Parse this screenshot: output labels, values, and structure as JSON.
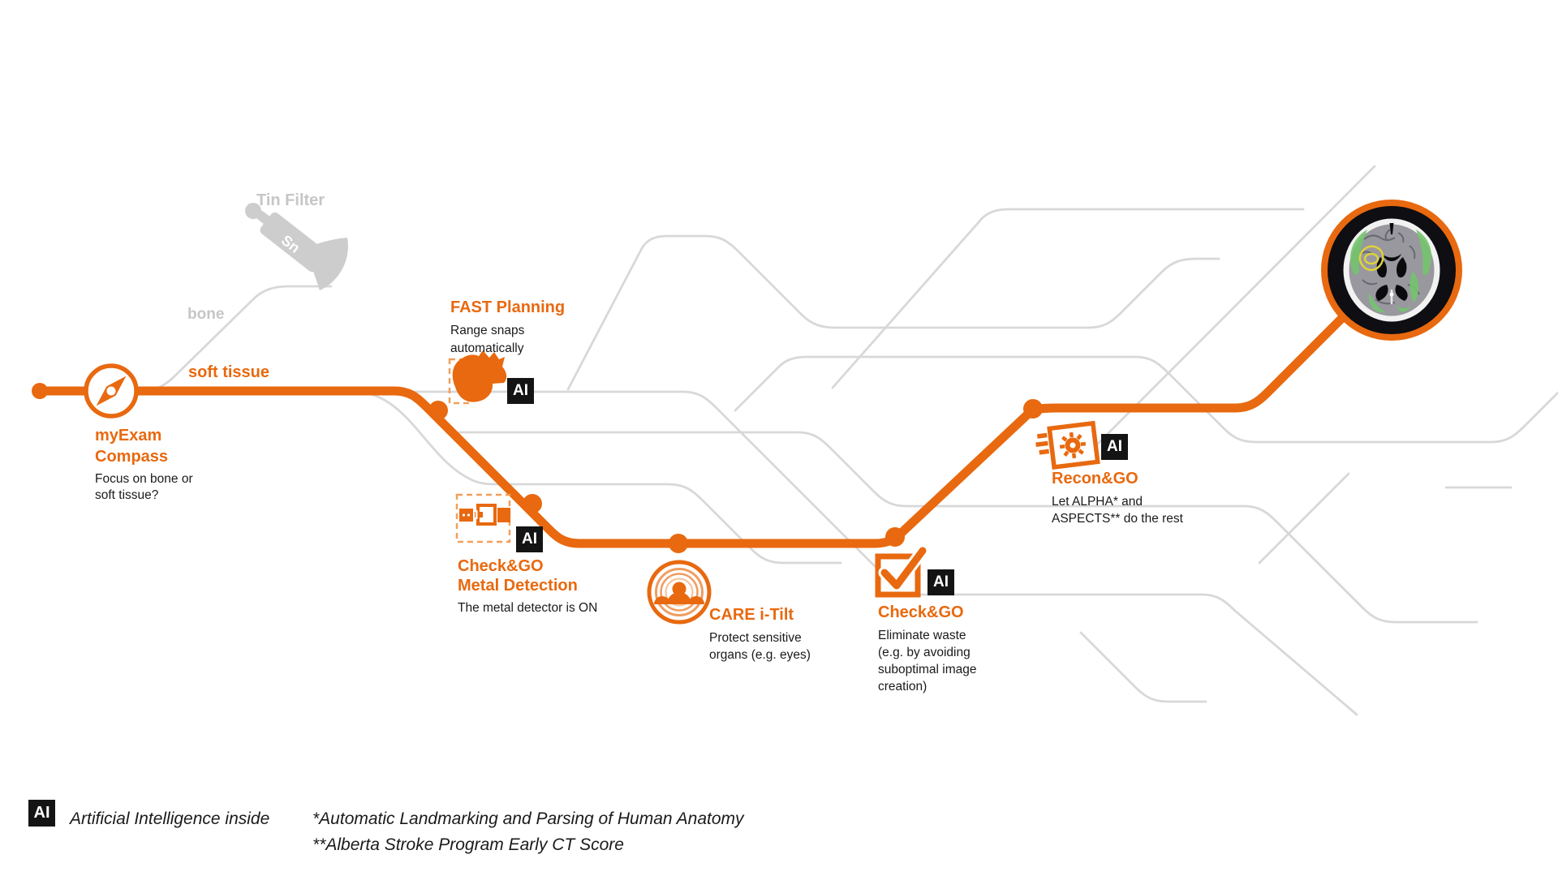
{
  "colors": {
    "orange": "#E8690F",
    "orange_light": "#F0A05C",
    "gray_line": "#D8D8D8",
    "gray_text": "#C6C6C6",
    "black": "#1A1A1A",
    "ai_badge_bg": "#141414",
    "brain_green": "#74C56E",
    "brain_yellow": "#DED23C"
  },
  "ai_badge": "AI",
  "track_labels": {
    "tin_filter": "Tin Filter",
    "tin_symbol": "Sn",
    "bone": "bone",
    "soft_tissue": "soft tissue"
  },
  "stations": [
    {
      "id": "myexam-compass",
      "title": "myExam Compass",
      "desc": "Focus on bone or soft tissue?",
      "ai": false
    },
    {
      "id": "fast-planning",
      "title": "FAST Planning",
      "desc": "Range snaps automatically",
      "ai": true
    },
    {
      "id": "checkgo-metal-detection",
      "title": "Check&GO Metal Detection",
      "desc": "The metal detector is ON",
      "ai": true
    },
    {
      "id": "care-i-tilt",
      "title": "CARE i-Tilt",
      "desc": "Protect sensitive organs (e.g. eyes)",
      "ai": false
    },
    {
      "id": "checkgo",
      "title": "Check&GO",
      "desc": "Eliminate waste (e.g. by avoiding suboptimal image creation)",
      "ai": true
    },
    {
      "id": "recongo",
      "title": "Recon&GO",
      "desc": "Let ALPHA* and ASPECTS** do the rest",
      "ai": true
    }
  ],
  "legend": {
    "ai_badge": "AI",
    "text": "Artificial Intelligence inside",
    "footnote1": "*Automatic Landmarking and Parsing of Human Anatomy",
    "footnote2": "**Alberta Stroke Program Early CT Score"
  }
}
